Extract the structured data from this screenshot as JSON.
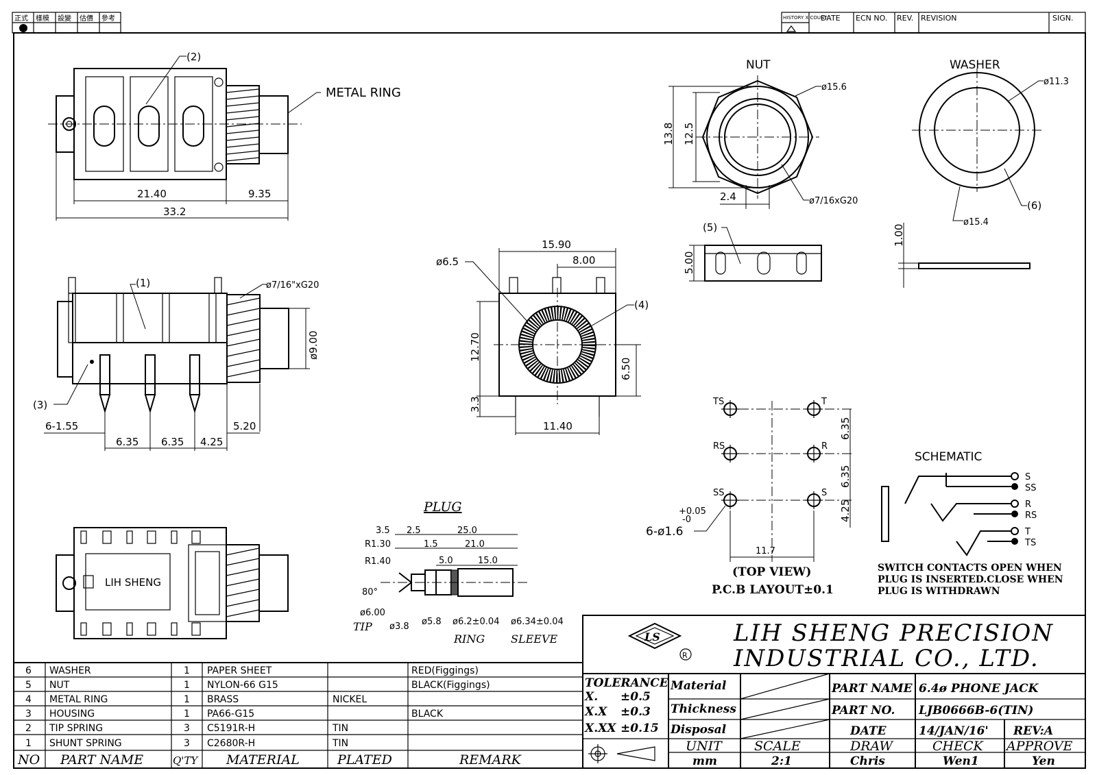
{
  "header": {
    "legend_cells": [
      "正式",
      "樣模",
      "設變",
      "估價",
      "參考"
    ],
    "revision_cols": [
      "HISTORY X COUNT",
      "DATE",
      "ECN NO.",
      "REV.",
      "REVISION",
      "SIGN."
    ]
  },
  "top_view": {
    "callout_2": "(2)",
    "metal_ring": "METAL RING",
    "dim_21_40": "21.40",
    "dim_9_35": "9.35",
    "dim_33_2": "33.2"
  },
  "side_view": {
    "callout_1": "(1)",
    "callout_3": "(3)",
    "thread": "ø7/16\"xG20",
    "dim_9_00": "ø9.00",
    "dim_6_155": "6-1.55",
    "dim_5_20": "5.20",
    "dim_635a": "6.35",
    "dim_635b": "6.35",
    "dim_425": "4.25"
  },
  "bottom_view": {
    "brand_label": "LIH SHENG"
  },
  "front_view": {
    "dim_15_90": "15.90",
    "dim_8_00": "8.00",
    "dim_6_5": "ø6.5",
    "callout_4": "(4)",
    "dim_12_70": "12.70",
    "dim_6_50": "6.50",
    "dim_3_3": "3.3",
    "dim_11_40": "11.40"
  },
  "nut": {
    "title": "NUT",
    "dim_15_6": "ø15.6",
    "dim_13_8": "13.8",
    "dim_12_5": "12.5",
    "dim_2_4": "2.4",
    "thread": "ø7/16xG20",
    "callout_5": "(5)",
    "dim_5_00": "5.00"
  },
  "washer": {
    "title": "WASHER",
    "dim_11_3": "ø11.3",
    "dim_15_4": "ø15.4",
    "callout_6": "(6)",
    "dim_1_00": "1.00"
  },
  "plug": {
    "title": "PLUG",
    "d35": "3.5",
    "d25": "2.5",
    "d250": "25.0",
    "r130": "R1.30",
    "d15": "1.5",
    "d210": "21.0",
    "r140": "R1.40",
    "d50": "5.0",
    "d150": "15.0",
    "angle": "80°",
    "d600": "ø6.00",
    "d38": "ø3.8",
    "d58": "ø5.8",
    "d62": "ø6.2±0.04",
    "d634": "ø6.34±0.04",
    "tip": "TIP",
    "ring": "RING",
    "sleeve": "SLEEVE"
  },
  "pcb": {
    "labels": [
      "TS",
      "T",
      "RS",
      "R",
      "SS",
      "S"
    ],
    "dim_635a": "6.35",
    "dim_635b": "6.35",
    "dim_425": "4.25",
    "tol_plus": "+0.05",
    "tol_minus": "-0",
    "holes": "6-ø1.6",
    "dim_117": "11.7",
    "top_view": "(TOP VIEW)",
    "layout": "P.C.B LAYOUT±0.1"
  },
  "schematic": {
    "title": "SCHEMATIC",
    "pins": [
      "S",
      "SS",
      "R",
      "RS",
      "T",
      "TS"
    ],
    "note1": "SWITCH CONTACTS OPEN WHEN",
    "note2": "PLUG IS INSERTED.CLOSE WHEN",
    "note3": "PLUG IS WITHDRAWN"
  },
  "company": {
    "line1": "LIH SHENG PRECISION",
    "line2": "INDUSTRIAL CO., LTD.",
    "logo": "LS"
  },
  "bom": {
    "rows": [
      {
        "no": "6",
        "name": "WASHER",
        "qty": "1",
        "material": "PAPER SHEET",
        "plated": "",
        "remark": "RED(Figgings)"
      },
      {
        "no": "5",
        "name": "NUT",
        "qty": "1",
        "material": "NYLON-66 G15",
        "plated": "",
        "remark": "BLACK(Figgings)"
      },
      {
        "no": "4",
        "name": "METAL RING",
        "qty": "1",
        "material": "BRASS",
        "plated": "NICKEL",
        "remark": ""
      },
      {
        "no": "3",
        "name": "HOUSING",
        "qty": "1",
        "material": "PA66-G15",
        "plated": "",
        "remark": "BLACK"
      },
      {
        "no": "2",
        "name": "TIP SPRING",
        "qty": "3",
        "material": "C5191R-H",
        "plated": "TIN",
        "remark": ""
      },
      {
        "no": "1",
        "name": "SHUNT SPRING",
        "qty": "3",
        "material": "C2680R-H",
        "plated": "TIN",
        "remark": ""
      }
    ],
    "headers": {
      "no": "NO",
      "name": "PART NAME",
      "qty": "Q'TY",
      "material": "MATERIAL",
      "plated": "PLATED",
      "remark": "REMARK"
    }
  },
  "title_block": {
    "tolerance": "TOLERANCE",
    "tol_x": "X.",
    "tol_x_v": "±0.5",
    "tol_xx": "X.X",
    "tol_xx_v": "±0.3",
    "tol_xxx": "X.XX",
    "tol_xxx_v": "±0.15",
    "material": "Material",
    "thickness": "Thickness",
    "disposal": "Disposal",
    "part_name_label": "PART NAME",
    "part_name": "6.4ø PHONE JACK",
    "part_no_label": "PART NO.",
    "part_no": "LJB0666B-6(TIN)",
    "date_label": "DATE",
    "date": "14/JAN/16'",
    "rev": "REV:A",
    "unit_label": "UNIT",
    "unit": "mm",
    "scale_label": "SCALE",
    "scale": "2:1",
    "draw_label": "DRAW",
    "draw": "Chris",
    "check_label": "CHECK",
    "check": "Wen1",
    "approve_label": "APPROVE",
    "approve": "Yen"
  }
}
